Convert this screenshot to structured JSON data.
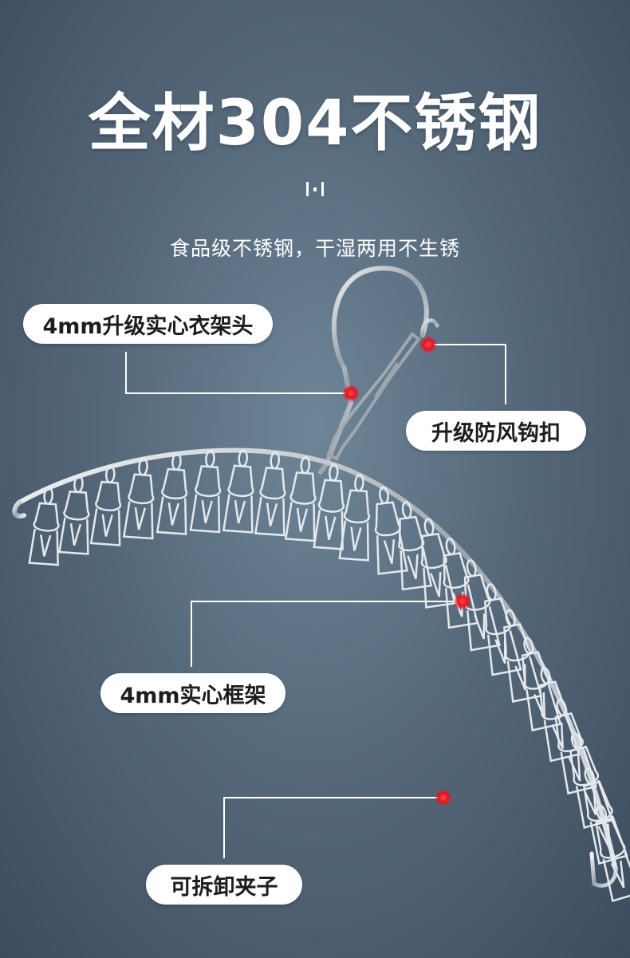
{
  "headline": "全材304不锈钢",
  "subline": "食品级不锈钢，干湿两用不生锈",
  "callouts": {
    "head": "4mm升级实心衣架头",
    "hook": "升级防风钩扣",
    "frame": "4mm实心框架",
    "clip": "可拆卸夹子"
  },
  "colors": {
    "background": "#56697b",
    "callout_dot": "#e8141e",
    "leader_line": "#ffffff",
    "steel": "#d8dde2"
  },
  "product": {
    "item": "stainless-steel-clip-hanger",
    "clip_count": 24
  }
}
